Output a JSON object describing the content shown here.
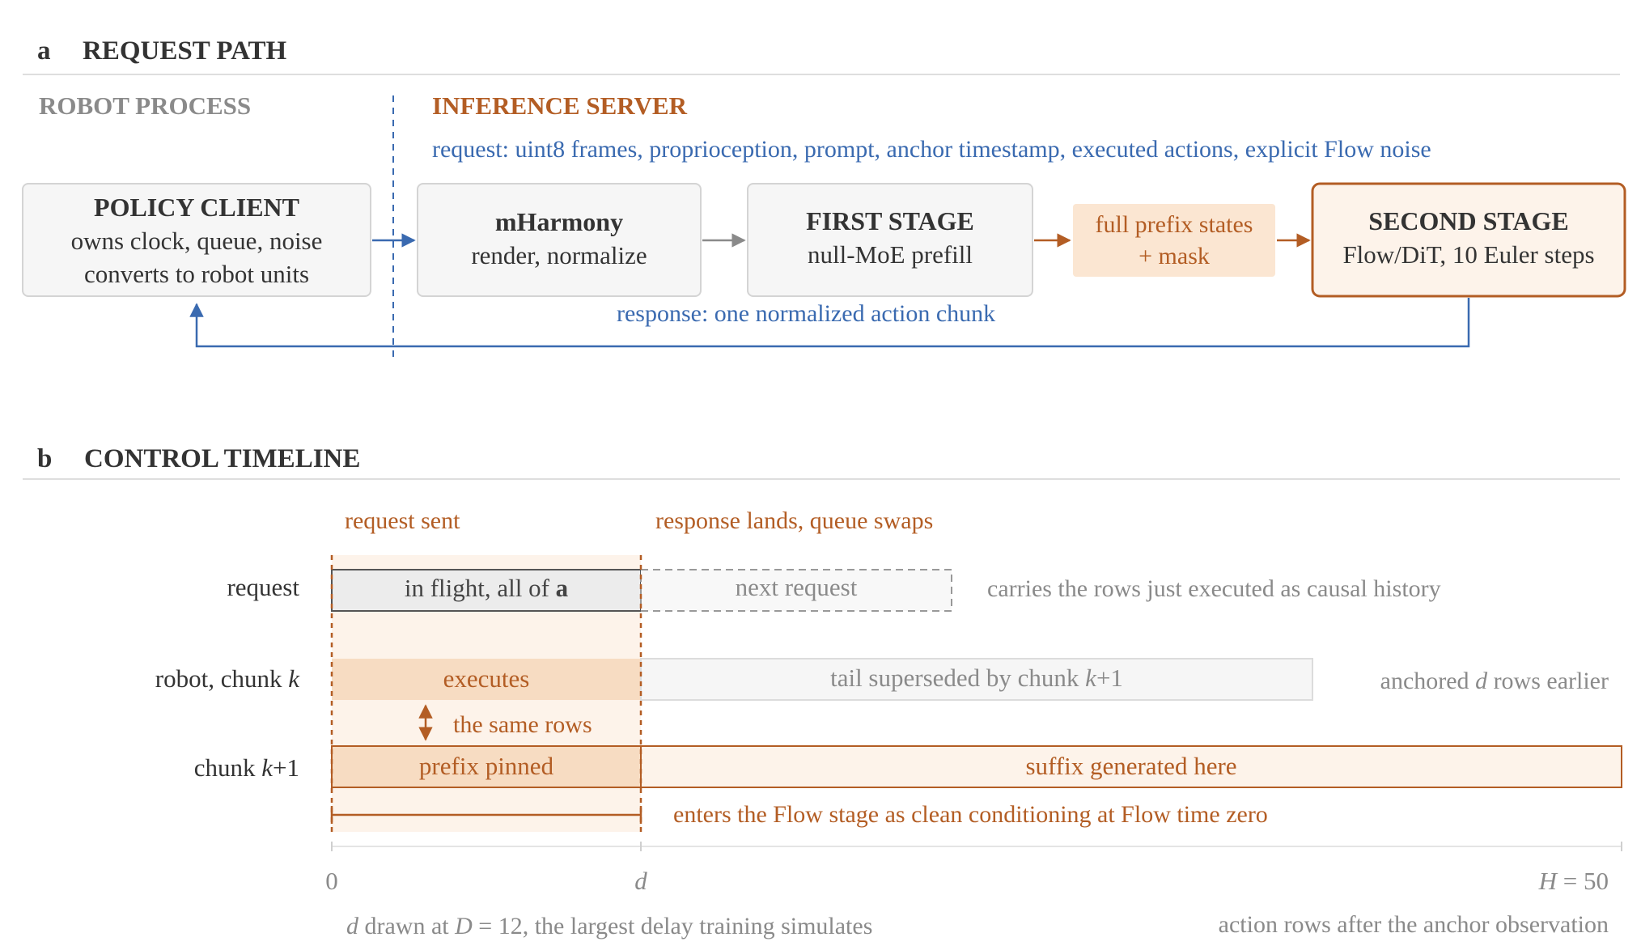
{
  "colors": {
    "blue": "#3a6ab0",
    "orange": "#b35d24",
    "orange_fill": "#fbe6d2",
    "orange_light": "#fdf3ea",
    "gray_text": "#8a8a8a",
    "dark_text": "#333333",
    "box_fill": "#f6f6f6",
    "box_stroke": "#d4d4d4",
    "rule": "#dedede"
  },
  "panel_a": {
    "letter": "a",
    "title": "REQUEST PATH",
    "robot_header": "ROBOT PROCESS",
    "server_header": "INFERENCE SERVER",
    "request_label": "request:  uint8 frames, proprioception, prompt, anchor timestamp, executed actions, explicit Flow noise",
    "response_label": "response:  one normalized action chunk",
    "policy_client": {
      "title": "POLICY CLIENT",
      "line1": "owns clock, queue, noise",
      "line2": "converts to robot units"
    },
    "mharmony": {
      "title": "mHarmony",
      "line1": "render, normalize"
    },
    "first_stage": {
      "title": "FIRST STAGE",
      "line1": "null-MoE prefill"
    },
    "prefix_states": {
      "line1": "full prefix states",
      "line2": "+ mask"
    },
    "second_stage": {
      "title": "SECOND STAGE",
      "line1": "Flow/DiT, 10 Euler steps"
    }
  },
  "panel_b": {
    "letter": "b",
    "title": "CONTROL TIMELINE",
    "request_sent": "request sent",
    "response_lands": "response lands, queue swaps",
    "rows": {
      "request": {
        "label": "request",
        "in_flight_prefix": "in flight, all of ",
        "in_flight_bold": "a",
        "next_request": "next request",
        "note": "carries the rows just executed as causal history"
      },
      "robot": {
        "label_prefix": "robot, chunk ",
        "label_var": "k",
        "executes": "executes",
        "tail_prefix": "tail superseded by chunk ",
        "tail_var": "k",
        "tail_suffix": "+1",
        "note_prefix": "anchored ",
        "note_var": "d",
        "note_suffix": " rows earlier"
      },
      "same_rows": "the same rows",
      "next_chunk": {
        "label_prefix": "chunk ",
        "label_var": "k",
        "label_suffix": "+1",
        "prefix": "prefix pinned",
        "suffix": "suffix generated here"
      }
    },
    "conditioning": "enters the Flow stage as clean conditioning at Flow time zero",
    "axis": {
      "zero": "0",
      "d": "d",
      "h_var": "H",
      "h_val": " = 50"
    },
    "footnote_left": {
      "var1": "d",
      "mid": " drawn at ",
      "var2": "D",
      "tail": " = 12, the largest delay training simulates"
    },
    "footnote_right": "action rows after the anchor observation"
  }
}
